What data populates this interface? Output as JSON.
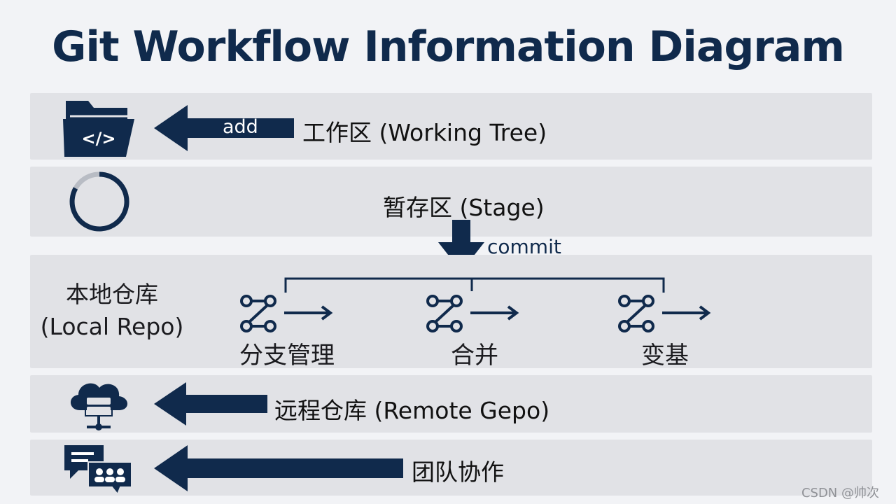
{
  "title": "Git Workflow Information Diagram",
  "rows": {
    "working_tree": {
      "label": "工作区 (Working Tree)",
      "arrow_label": "add",
      "icon": "folder-code-icon"
    },
    "stage": {
      "label": "暂存区 (Stage)",
      "icon": "ring-progress-icon"
    },
    "local_repo": {
      "label_line1": "本地仓库",
      "label_line2": "(Local Repo)",
      "commit_label": "commit",
      "branches": [
        {
          "label": "分支管理",
          "icon": "branch-graph-icon"
        },
        {
          "label": "合并",
          "icon": "branch-graph-icon"
        },
        {
          "label": "变基",
          "icon": "branch-graph-icon"
        }
      ]
    },
    "remote_repo": {
      "label": "远程仓库 (Remote Gepo)",
      "icon": "cloud-server-icon"
    },
    "team": {
      "label": "团队协作",
      "icon": "chat-team-icon"
    }
  },
  "watermark": "CSDN @帅次",
  "colors": {
    "navy": "#102a4c",
    "band": "#e1e2e6",
    "background": "#f2f3f6"
  }
}
